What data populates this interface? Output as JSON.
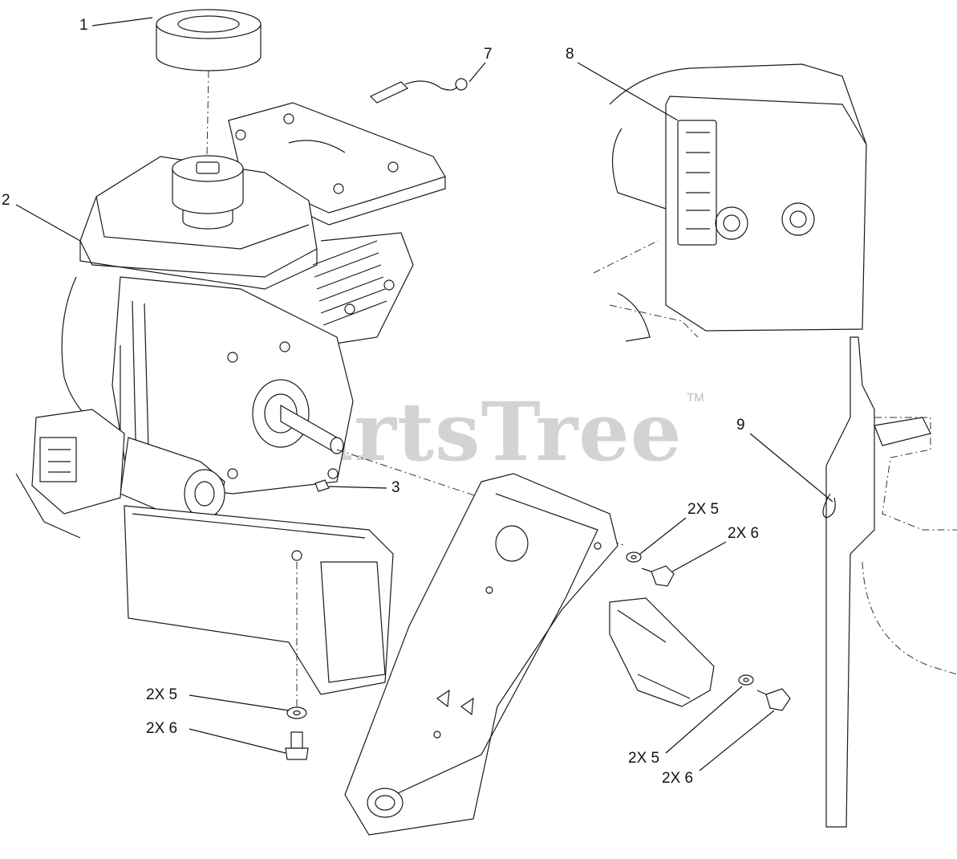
{
  "callouts": {
    "c1": "1",
    "c2": "2",
    "c3": "3",
    "c7": "7",
    "c8": "8",
    "c9": "9",
    "c2x5_right_upper": "2X 5",
    "c2x6_right_upper": "2X 6",
    "c2x5_left": "2X 5",
    "c2x6_left": "2X 6",
    "c2x5_right_lower": "2X 5",
    "c2x6_right_lower": "2X 6"
  },
  "watermark": {
    "text": "PartsTree",
    "trademark": "TM"
  }
}
